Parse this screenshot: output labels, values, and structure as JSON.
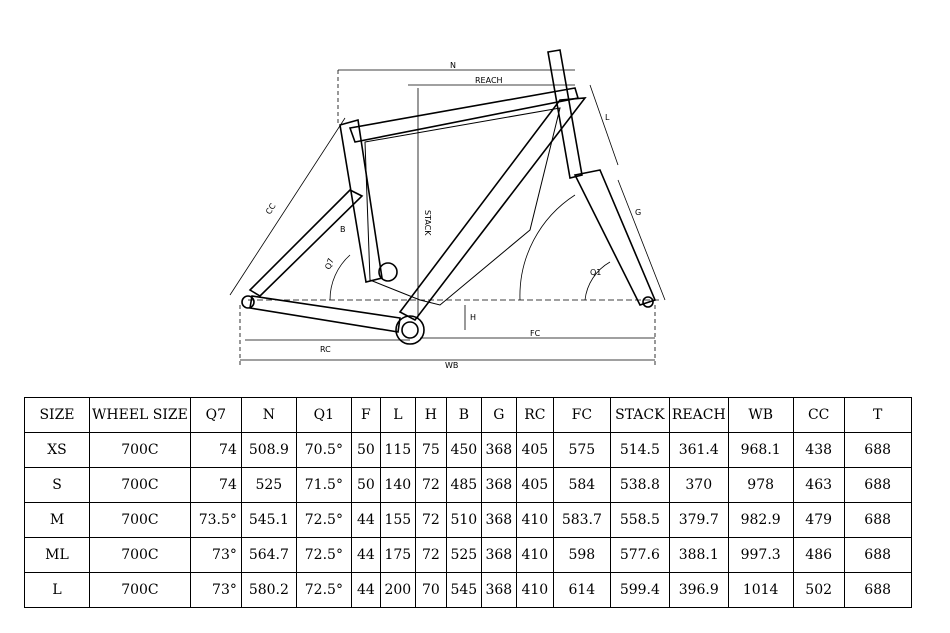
{
  "diagram": {
    "labels": {
      "n": "N",
      "reach": "REACH",
      "stack": "STACK",
      "l": "L",
      "g": "G",
      "cc": "CC",
      "b": "B",
      "q7": "Q7",
      "q1": "Q1",
      "h": "H",
      "fc": "FC",
      "rc": "RC",
      "wb": "WB"
    }
  },
  "table": {
    "headers": [
      "SIZE",
      "WHEEL SIZE",
      "Q7",
      "N",
      "Q1",
      "F",
      "L",
      "H",
      "B",
      "G",
      "RC",
      "FC",
      "STACK",
      "REACH",
      "WB",
      "CC",
      "T"
    ],
    "rows": [
      [
        "XS",
        "700C",
        "74",
        "508.9",
        "70.5°",
        "50",
        "115",
        "75",
        "450",
        "368",
        "405",
        "575",
        "514.5",
        "361.4",
        "968.1",
        "438",
        "688"
      ],
      [
        "S",
        "700C",
        "74",
        "525",
        "71.5°",
        "50",
        "140",
        "72",
        "485",
        "368",
        "405",
        "584",
        "538.8",
        "370",
        "978",
        "463",
        "688"
      ],
      [
        "M",
        "700C",
        "73.5°",
        "545.1",
        "72.5°",
        "44",
        "155",
        "72",
        "510",
        "368",
        "410",
        "583.7",
        "558.5",
        "379.7",
        "982.9",
        "479",
        "688"
      ],
      [
        "ML",
        "700C",
        "73°",
        "564.7",
        "72.5°",
        "44",
        "175",
        "72",
        "525",
        "368",
        "410",
        "598",
        "577.6",
        "388.1",
        "997.3",
        "486",
        "688"
      ],
      [
        "L",
        "700C",
        "73°",
        "580.2",
        "72.5°",
        "44",
        "200",
        "70",
        "545",
        "368",
        "410",
        "614",
        "599.4",
        "396.9",
        "1014",
        "502",
        "688"
      ]
    ]
  }
}
